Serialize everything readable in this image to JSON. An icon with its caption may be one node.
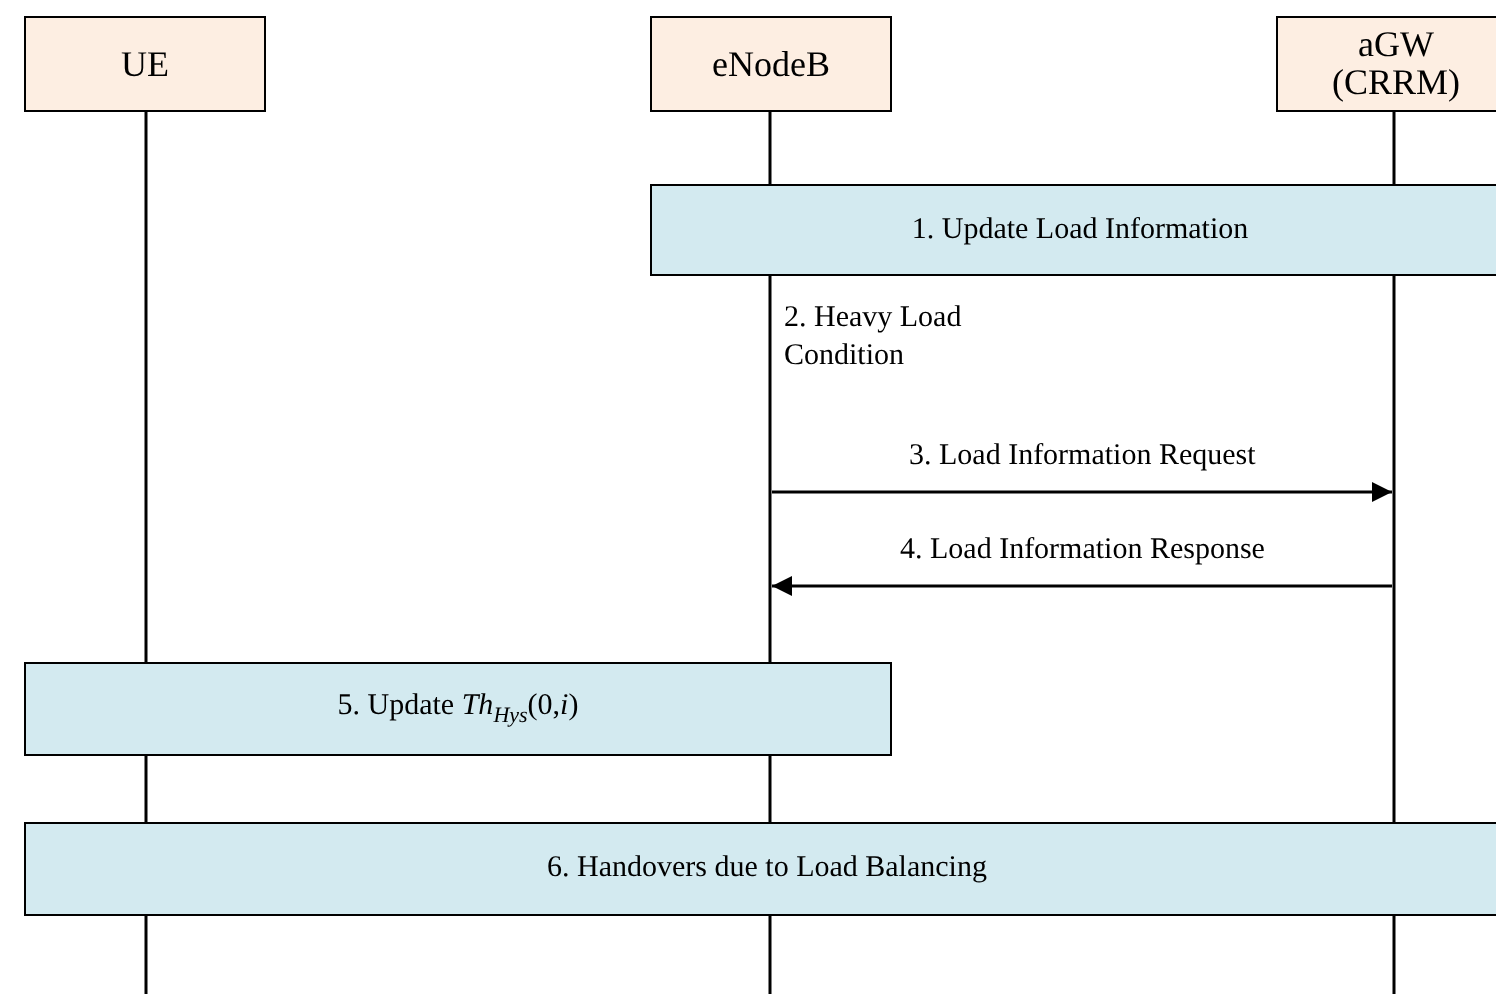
{
  "diagram": {
    "nodes": [
      {
        "text": [
          "UE"
        ]
      },
      {
        "text": [
          "eNodeB"
        ]
      },
      {
        "text": [
          "aGW (CRRM)"
        ]
      },
      {
        "text": [
          "1. Update Load Information"
        ]
      },
      {
        "text": [
          "5. Update  *Th*$_{Hys}$(0,*i*)"
        ]
      },
      {
        "text": [
          "6. Handovers due to Load Balancing"
        ]
      }
    ],
    "edges": [
      {
        "from": 1,
        "to": 2,
        "arrow": "to",
        "label": "3. Load Information Request"
      },
      {
        "from": 2,
        "to": 1,
        "arrow": "to",
        "label": "4. Load Information Response"
      }
    ],
    "labels": [
      "2. Heavy Load Condition"
    ]
  }
}
